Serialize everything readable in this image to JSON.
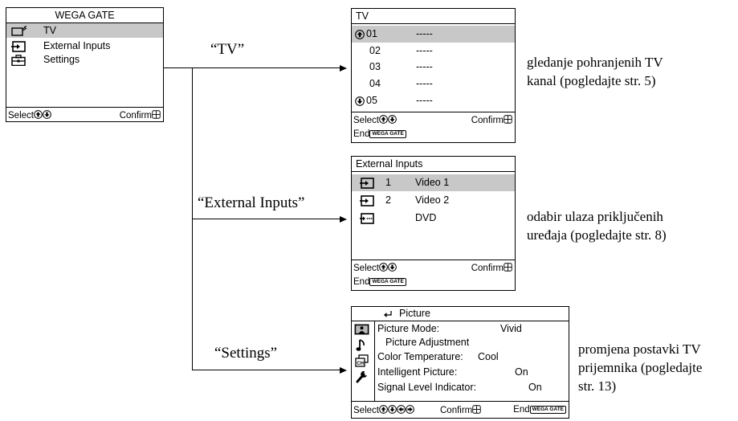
{
  "wega": {
    "title": "WEGA GATE",
    "items": [
      {
        "label": "TV",
        "icon": "tv-icon"
      },
      {
        "label": "External Inputs",
        "icon": "input-icon"
      },
      {
        "label": "Settings",
        "icon": "toolbox-icon"
      }
    ],
    "footer_select": "Select",
    "footer_confirm": "Confirm"
  },
  "tv": {
    "title": "TV",
    "channels": [
      {
        "num": "01",
        "name": "-----"
      },
      {
        "num": "02",
        "name": "-----"
      },
      {
        "num": "03",
        "name": "-----"
      },
      {
        "num": "04",
        "name": "-----"
      },
      {
        "num": "05",
        "name": "-----"
      }
    ],
    "footer_select": "Select",
    "footer_confirm": "Confirm",
    "footer_end": "End",
    "gate_key": "WEGA GATE"
  },
  "ext": {
    "title": "External Inputs",
    "inputs": [
      {
        "num": "1",
        "name": "Video 1"
      },
      {
        "num": "2",
        "name": "Video 2"
      },
      {
        "num": "",
        "name": "DVD"
      }
    ],
    "footer_select": "Select",
    "footer_confirm": "Confirm",
    "footer_end": "End",
    "gate_key": "WEGA GATE"
  },
  "settings": {
    "title": "Picture",
    "picture_mode_label": "Picture Mode:",
    "picture_mode_value": "Vivid",
    "picture_adjustment": "Picture Adjustment",
    "color_temp_label": "Color Temperature:",
    "color_temp_value": "Cool",
    "intelligent_label": "Intelligent Picture:",
    "intelligent_value": "On",
    "signal_label": "Signal Level Indicator:",
    "signal_value": "On",
    "footer_select": "Select",
    "footer_confirm": "Confirm",
    "footer_end": "End",
    "gate_key": "WEGA GATE"
  },
  "labels": {
    "tv": "“TV”",
    "ext": "“External Inputs”",
    "settings": "“Settings”"
  },
  "descriptions": {
    "tv": [
      "gledanje pohranjenih TV",
      "kanal (pogledajte str. 5)"
    ],
    "ext": [
      "odabir ulaza priključenih",
      "uređaja (pogledajte str. 8)"
    ],
    "settings": [
      "promjena postavki TV",
      "prijemnika (pogledajte",
      "str. 13)"
    ]
  }
}
